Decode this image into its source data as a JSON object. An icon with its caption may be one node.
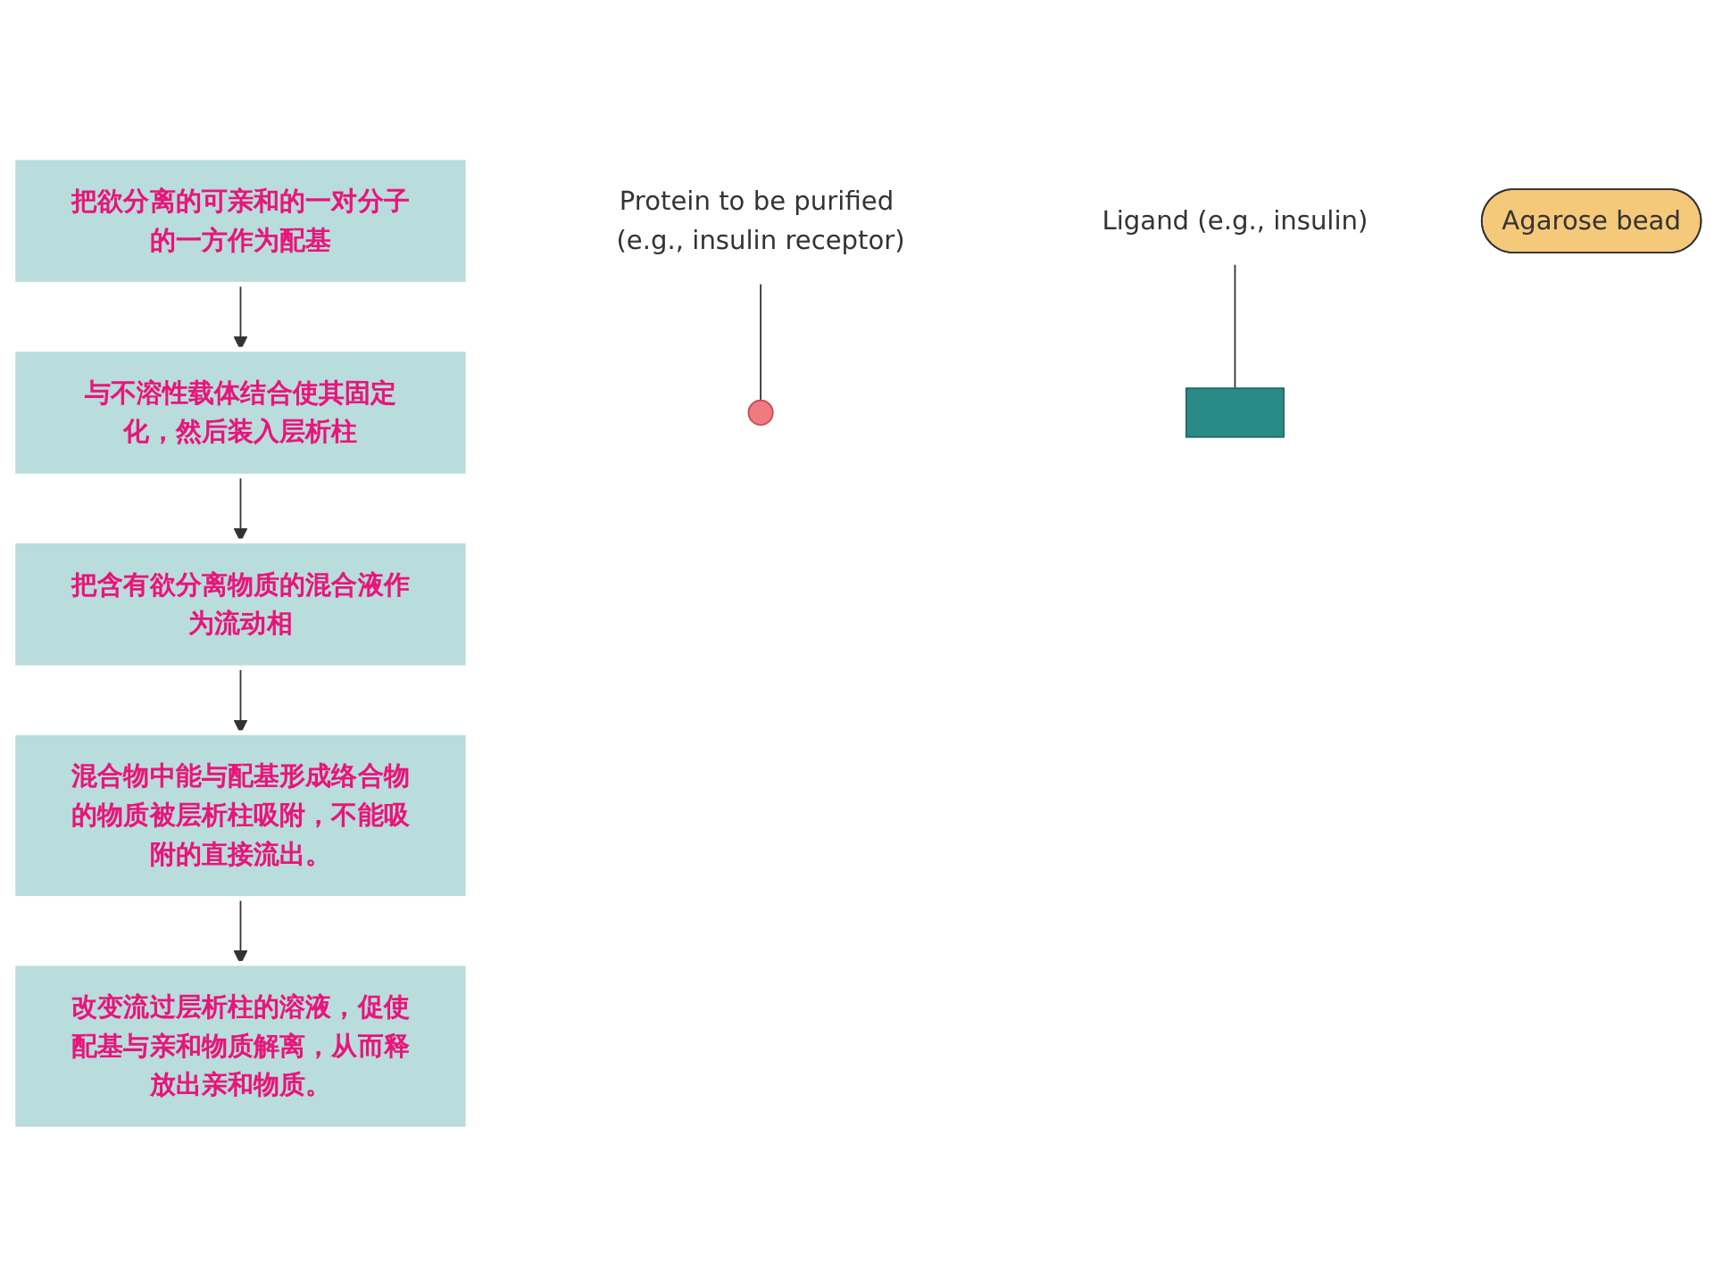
{
  "diagram": {
    "nodes": [
      {
        "text": [
          "把欲分离的可亲和的一对分子的一方作为配基"
        ]
      },
      {
        "text": [
          "与不溶性载体结合使其固定化，然后装入层析柱"
        ]
      },
      {
        "text": [
          "把含有欲分离物质的混合液作为流动相"
        ]
      },
      {
        "text": [
          "混合物中能与配基形成络合物的物质被层析柱吸附，不能吸附的直接流出。"
        ]
      },
      {
        "text": [
          "改变流过层析柱的溶液，促使配基与亲和物质解离，从而释放出亲和物质。"
        ]
      },
      {
        "text": [
          "Protein to be purified (e.g., insulin receptor)"
        ]
      },
      {
        "text": [],
        "shape": "circle"
      },
      {
        "text": [
          "Ligand (e.g., insulin)"
        ]
      },
      {
        "text": [],
        "shape": "box"
      },
      {
        "text": [
          "Agarose bead"
        ]
      }
    ],
    "edges": [
      {
        "from": 0,
        "to": 1,
        "arrow": "to"
      },
      {
        "from": 1,
        "to": 2,
        "arrow": "to"
      },
      {
        "from": 2,
        "to": 3,
        "arrow": "to"
      },
      {
        "from": 3,
        "to": 4,
        "arrow": "to"
      },
      {
        "from": 5,
        "to": 6,
        "arrow": "none"
      },
      {
        "from": 7,
        "to": 8,
        "arrow": "none"
      }
    ]
  }
}
